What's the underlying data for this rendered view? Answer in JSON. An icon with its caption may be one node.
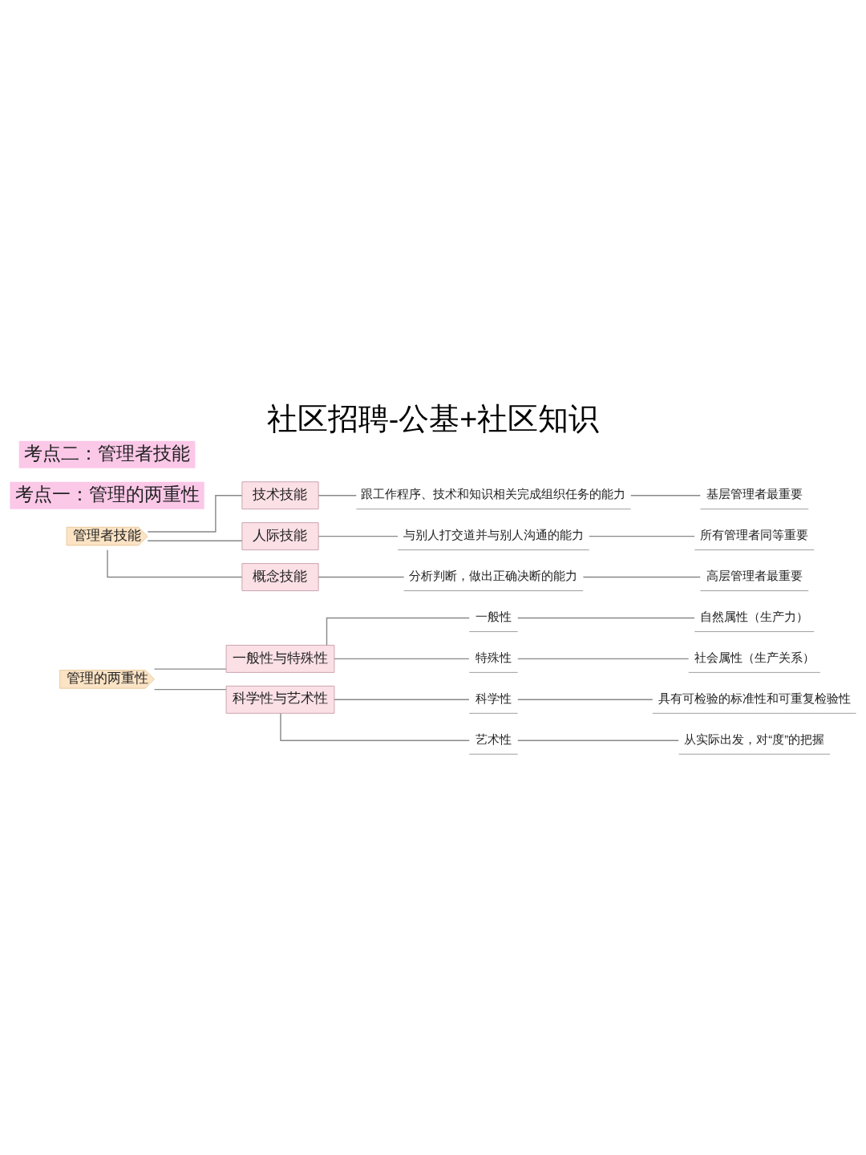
{
  "diagram": {
    "title": "社区招聘-公基+社区知识",
    "nodes": [
      {
        "text": [
          "管理的两重性"
        ]
      },
      {
        "text": [
          "一般性与特殊性"
        ]
      },
      {
        "text": [
          "科学性与艺术性"
        ]
      },
      {
        "text": [
          "一般性"
        ]
      },
      {
        "text": [
          "自然属性（生产力）"
        ]
      },
      {
        "text": [
          "特殊性"
        ]
      },
      {
        "text": [
          "社会属性（生产关系）"
        ]
      },
      {
        "text": [
          "科学性"
        ]
      },
      {
        "text": [
          "具有可检验的标准性和可重复检验性"
        ]
      },
      {
        "text": [
          "艺术性"
        ]
      },
      {
        "text": [
          "从实际出发，对“度”的把握"
        ]
      },
      {
        "text": [
          "管理者技能"
        ]
      },
      {
        "text": [
          "技术技能"
        ]
      },
      {
        "text": [
          "人际技能"
        ]
      },
      {
        "text": [
          "概念技能"
        ]
      },
      {
        "text": [
          "跟工作程序、技术和知识相关完成组织任务的能力"
        ]
      },
      {
        "text": [
          "基层管理者最重要"
        ]
      },
      {
        "text": [
          "与别人打交道并与别人沟通的能力"
        ]
      },
      {
        "text": [
          "所有管理者同等重要"
        ]
      },
      {
        "text": [
          "分析判断，做出正确决断的能力"
        ]
      },
      {
        "text": [
          "高层管理者最重要"
        ]
      }
    ],
    "edges": [
      {
        "from": 0,
        "to": 1,
        "arrow": "none"
      },
      {
        "from": 0,
        "to": 2,
        "arrow": "none"
      },
      {
        "from": 1,
        "to": 3,
        "arrow": "none"
      },
      {
        "from": 3,
        "to": 4,
        "arrow": "none"
      },
      {
        "from": 1,
        "to": 5,
        "arrow": "none"
      },
      {
        "from": 5,
        "to": 6,
        "arrow": "none"
      },
      {
        "from": 2,
        "to": 7,
        "arrow": "none"
      },
      {
        "from": 7,
        "to": 8,
        "arrow": "none"
      },
      {
        "from": 2,
        "to": 9,
        "arrow": "none"
      },
      {
        "from": 9,
        "to": 10,
        "arrow": "none"
      },
      {
        "from": 11,
        "to": 12,
        "arrow": "none"
      },
      {
        "from": 11,
        "to": 13,
        "arrow": "none"
      },
      {
        "from": 11,
        "to": 14,
        "arrow": "none"
      },
      {
        "from": 12,
        "to": 15,
        "arrow": "none"
      },
      {
        "from": 15,
        "to": 16,
        "arrow": "none"
      },
      {
        "from": 13,
        "to": 17,
        "arrow": "none"
      },
      {
        "from": 17,
        "to": 18,
        "arrow": "none"
      },
      {
        "from": 14,
        "to": 19,
        "arrow": "none"
      },
      {
        "from": 19,
        "to": 20,
        "arrow": "none"
      }
    ],
    "labels": [
      "考点一：管理的两重性",
      "考点二：管理者技能"
    ]
  }
}
